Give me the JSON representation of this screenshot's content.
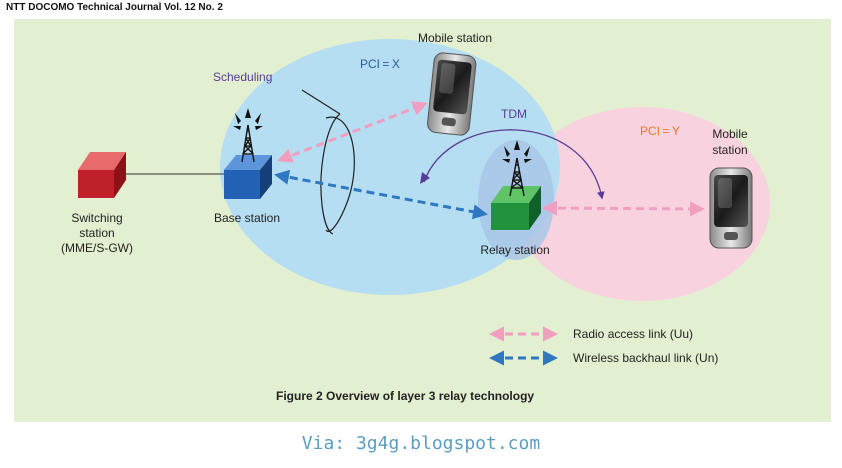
{
  "header": "NTT DOCOMO Technical Journal Vol. 12 No. 2",
  "labels": {
    "mobile_station_top": "Mobile station",
    "pci_x": "PCI = X",
    "scheduling": "Scheduling",
    "tdm": "TDM",
    "pci_y": "PCI = Y",
    "mobile_station_right_line1": "Mobile",
    "mobile_station_right_line2": "station",
    "switching_line1": "Switching",
    "switching_line2": "station",
    "switching_line3": "(MME/S-GW)",
    "base_station": "Base station",
    "relay_station": "Relay station"
  },
  "legend": {
    "radio_access": "Radio access link (Uu)",
    "backhaul": "Wireless backhaul link (Un)"
  },
  "caption": "Figure 2  Overview of layer 3 relay technology",
  "via": "Via: 3g4g.blogspot.com",
  "colors": {
    "panel_bg": "#e2efd0",
    "left_cell": "#b5def2",
    "right_cell": "#f8d3df",
    "radio_access_link": "#f19ec0",
    "backhaul_link": "#2f78c1",
    "tdm_arrow": "#5a3c96",
    "switching_station": "#c0202a",
    "base_station": "#2361b4",
    "relay_station": "#23923d"
  }
}
